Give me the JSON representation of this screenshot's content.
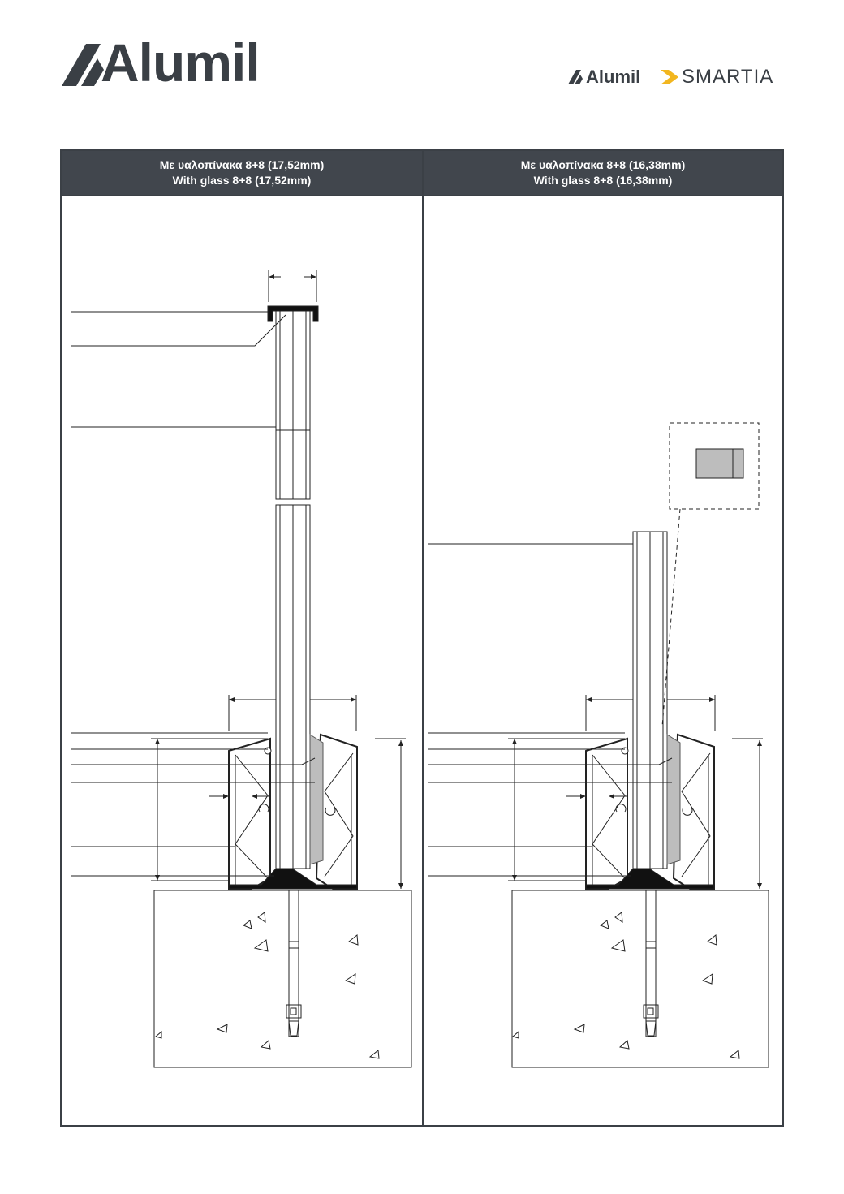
{
  "header": {
    "logo": {
      "name": "alumil-logo",
      "text": "Alumil"
    },
    "product_logo": {
      "name": "alumil-smartia-logo",
      "brand": "Alumil",
      "product": "SMARTIA",
      "accent": "#f2b61f"
    }
  },
  "panels": [
    {
      "title_gr": "Με υαλοπίνακα 8+8 (17,52mm)",
      "title_en": "With glass 8+8 (17,52mm)"
    },
    {
      "title_gr": "Με υαλοπίνακα 8+8 (16,38mm)",
      "title_en": "With glass 8+8 (16,38mm)"
    }
  ],
  "colors": {
    "header_bg": "#41464d",
    "frame": "#3b4046",
    "accent": "#f2b61f"
  }
}
